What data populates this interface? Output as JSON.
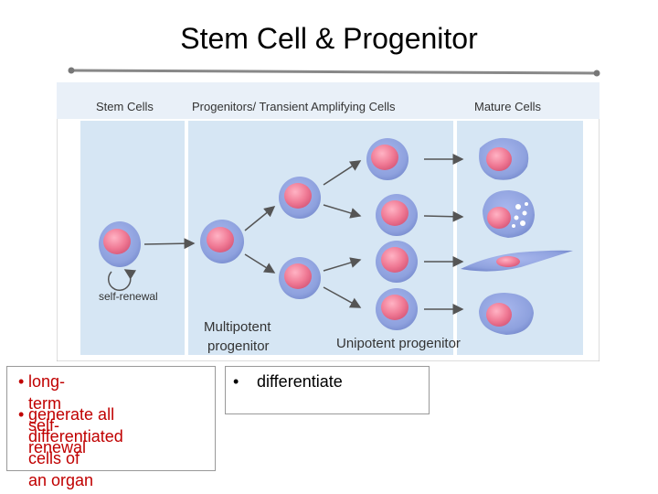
{
  "title": "Stem Cell & Progenitor",
  "figure": {
    "column_headers": {
      "stem": "Stem Cells",
      "progenitors": "Progenitors/ Transient Amplifying Cells",
      "mature": "Mature Cells"
    },
    "self_renewal_label": "self-renewal",
    "multipotent_label_line1": "Multipotent",
    "multipotent_label_line2": "progenitor",
    "unipotent_label": "Unipotent progenitor"
  },
  "left_box": {
    "bullet": "•",
    "item1": "long-term self-renewal",
    "item2": "generate all\ndifferentiated cells of\nan organ"
  },
  "right_box": {
    "bullet": "•",
    "item1": "differentiate"
  },
  "colors": {
    "panel_bg": "#d6e6f4",
    "cell_body": "#8ea1de",
    "nucleus": "#f07a95",
    "title_rule": "#888888",
    "bullet_red": "#c00000"
  }
}
